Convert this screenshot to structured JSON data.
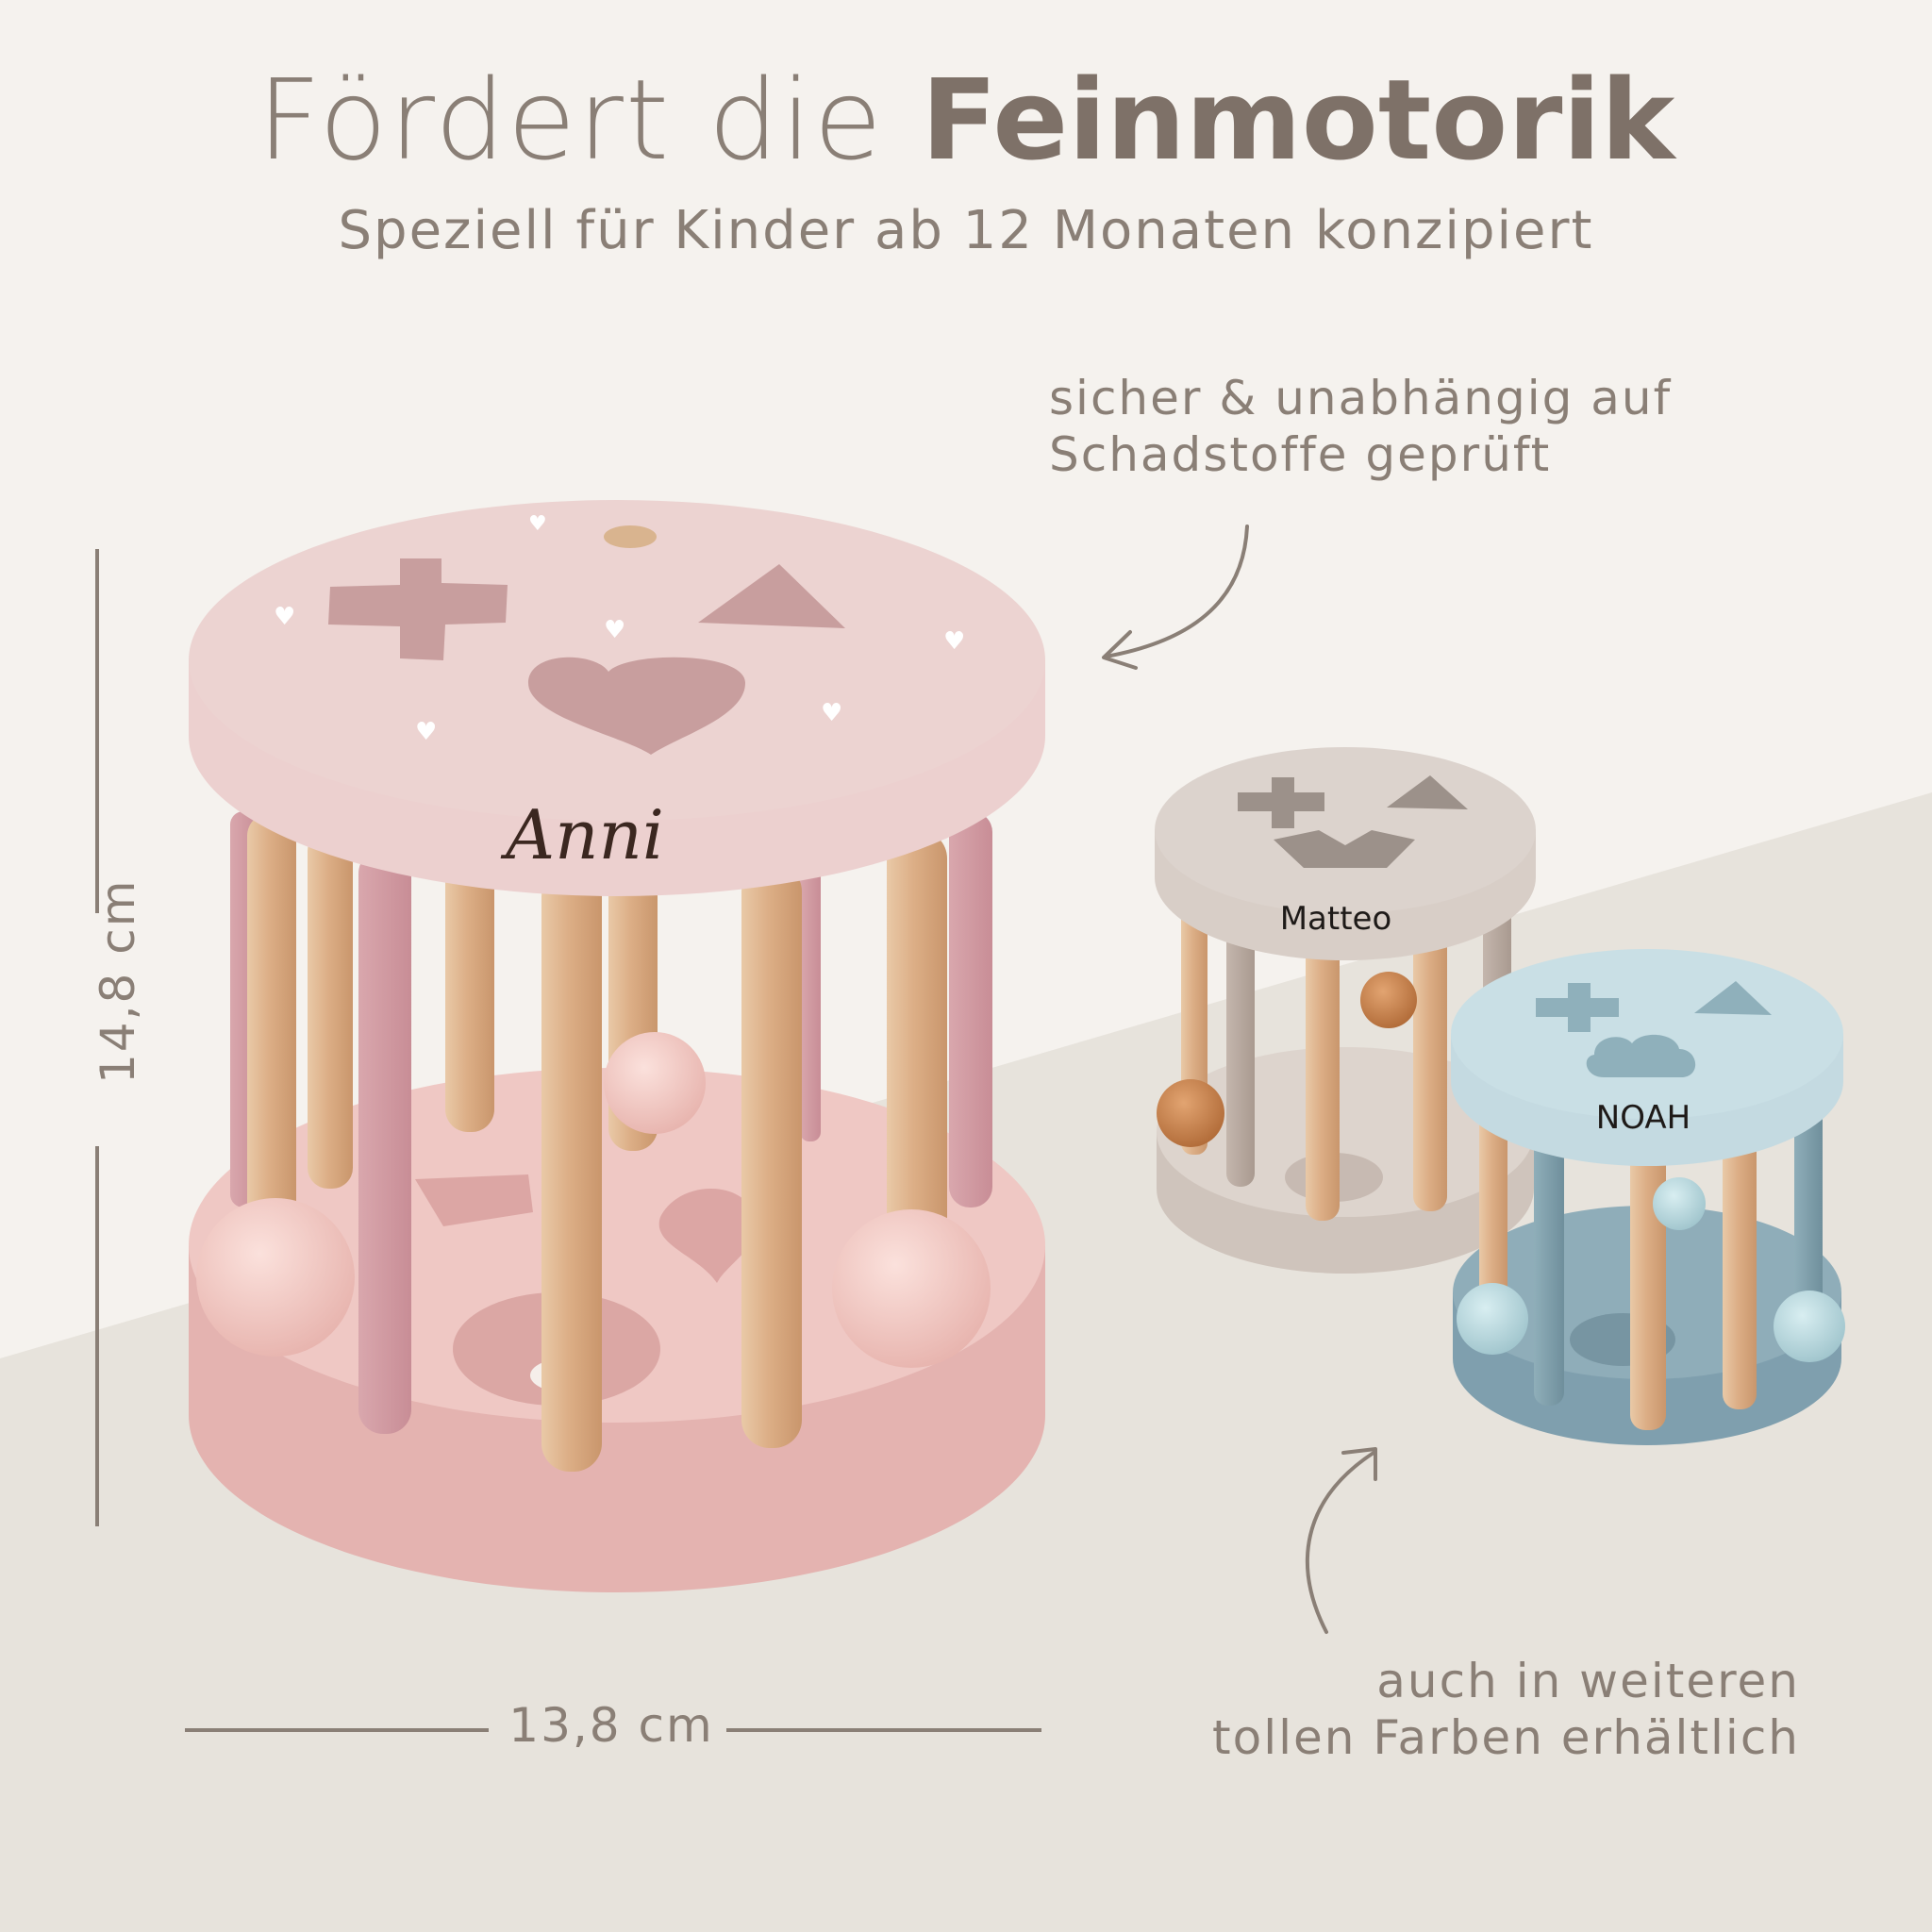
{
  "headline": {
    "regular": "Fördert die",
    "bold": "Feinmotorik"
  },
  "subheadline": "Speziell für Kinder ab 12 Monaten konzipiert",
  "callouts": {
    "safety": [
      "sicher & unabhängig auf",
      "Schadstoffe geprüft"
    ],
    "colors": [
      "auch in weiteren",
      "tollen Farben erhältlich"
    ]
  },
  "dimensions": {
    "height": "14,8 cm",
    "width": "13,8 cm"
  },
  "products": [
    {
      "name": "Anni",
      "color": "#e9c5c3"
    },
    {
      "name": "Matteo",
      "color": "#d6cfc9"
    },
    {
      "name": "NOAH",
      "color": "#a9c4cf"
    }
  ],
  "colors": {
    "background": "#f5f2ee",
    "floor": "#e7e3dc",
    "text": "#8a7f76",
    "wood": "#dfb48f"
  }
}
